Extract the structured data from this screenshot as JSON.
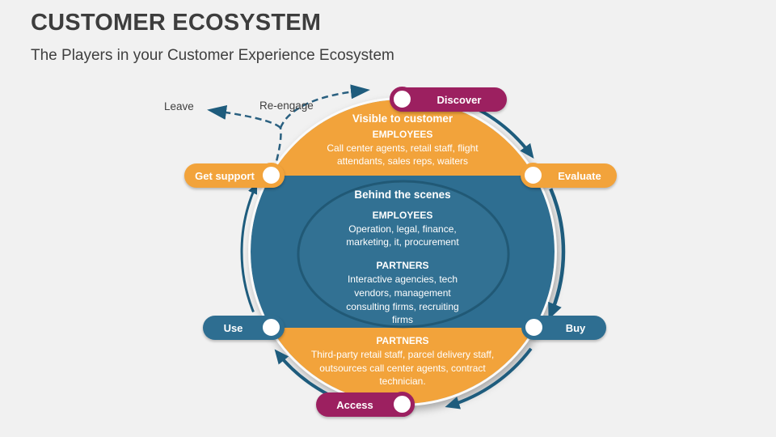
{
  "header": {
    "title": "CUSTOMER ECOSYSTEM",
    "subtitle": "The Players in your Customer Experience Ecosystem"
  },
  "colors": {
    "background": "#F1F1F1",
    "orange": "#F2A33B",
    "blue": "#2E6E91",
    "magenta": "#9C2060",
    "arrow_teal": "#1E5C7D",
    "title_text": "#3D3D3D"
  },
  "diagram": {
    "stages": [
      {
        "label": "Discover",
        "color": "magenta",
        "position": "top"
      },
      {
        "label": "Evaluate",
        "color": "orange",
        "position": "upper-right"
      },
      {
        "label": "Buy",
        "color": "blue",
        "position": "lower-right"
      },
      {
        "label": "Access",
        "color": "magenta",
        "position": "bottom"
      },
      {
        "label": "Use",
        "color": "blue",
        "position": "lower-left"
      },
      {
        "label": "Get support",
        "color": "orange",
        "position": "upper-left"
      }
    ],
    "exit_flow": {
      "leave_label": "Leave",
      "reengage_label": "Re-engage"
    },
    "visible_section": {
      "heading": "Visible to customer",
      "employees_heading": "EMPLOYEES",
      "employees_body": "Call center agents, retail staff, flight attendants, sales reps, waiters"
    },
    "behind_section": {
      "heading": "Behind the scenes",
      "employees_heading": "EMPLOYEES",
      "employees_body": "Operation, legal, finance, marketing, it, procurement",
      "partners_heading": "PARTNERS",
      "partners_body": "Interactive agencies, tech vendors, management consulting firms, recruiting firms"
    },
    "partners_section": {
      "heading": "PARTNERS",
      "body": "Third-party retail staff, parcel delivery staff, outsources call center agents, contract technician."
    }
  }
}
